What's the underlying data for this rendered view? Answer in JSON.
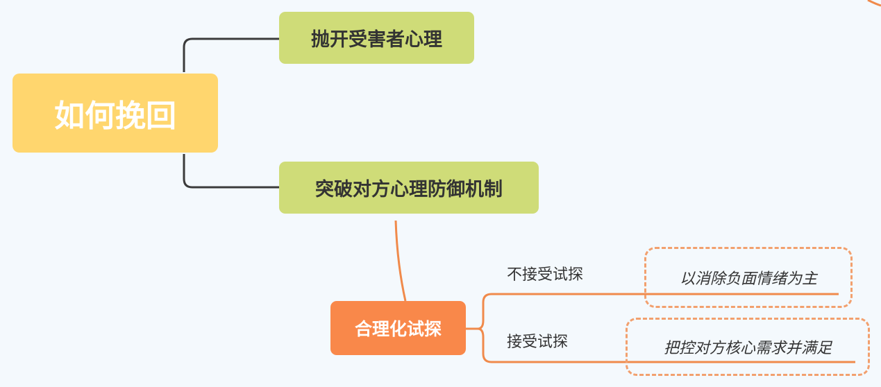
{
  "mindmap": {
    "root": {
      "label": "如何挽回"
    },
    "branches": [
      {
        "label": "抛开受害者心理"
      },
      {
        "label": "突破对方心理防御机制"
      }
    ],
    "sub": {
      "label": "合理化试探",
      "leaves": [
        {
          "label": "不接受试探",
          "note": "以消除负面情绪为主"
        },
        {
          "label": "接受试探",
          "note": "把控对方核心需求并满足"
        }
      ]
    }
  },
  "colors": {
    "background": "#f4f9fd",
    "root_fill": "#ffd66e",
    "branch_fill": "#cfdc78",
    "sub_fill": "#f9884a",
    "dark_connector": "#3b3b3b",
    "orange_connector": "#f08a4b",
    "note_border": "#f2a06e"
  }
}
